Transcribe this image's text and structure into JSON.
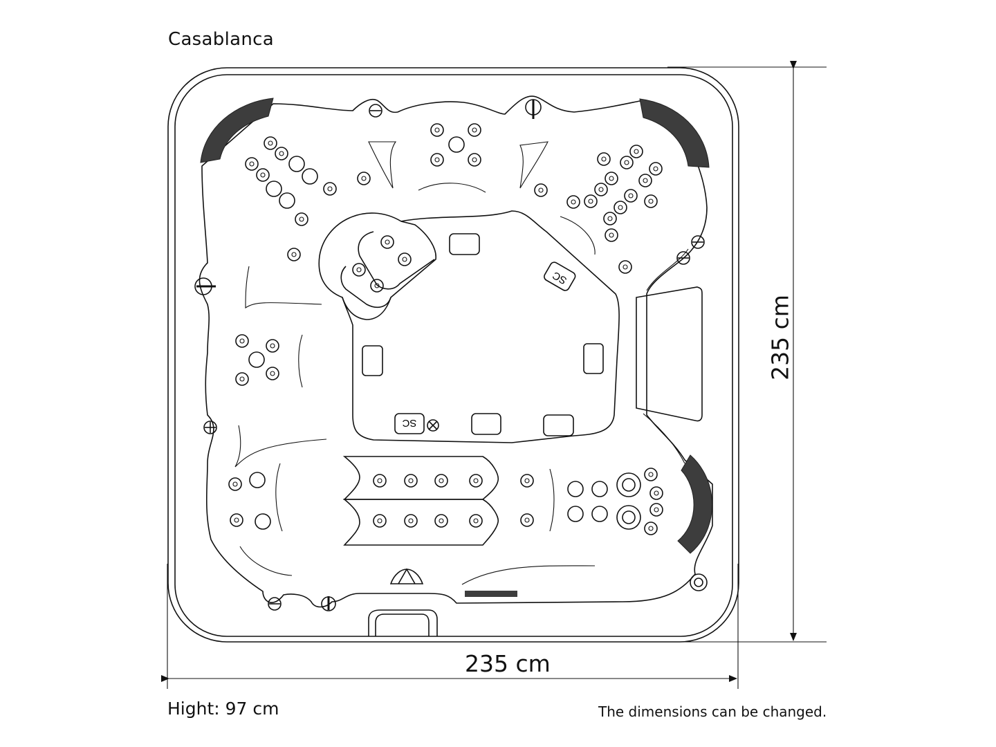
{
  "title": "Casablanca",
  "dimensions": {
    "width_label": "235 cm",
    "height_label": "235 cm",
    "hight_note": "Hight: 97 cm",
    "changeable_note": "The dimensions can be changed."
  },
  "seat_badges": [
    "SC",
    "SC"
  ],
  "colors": {
    "line": "#111111",
    "pillow": "#3d3d3d",
    "background": "#ffffff"
  }
}
